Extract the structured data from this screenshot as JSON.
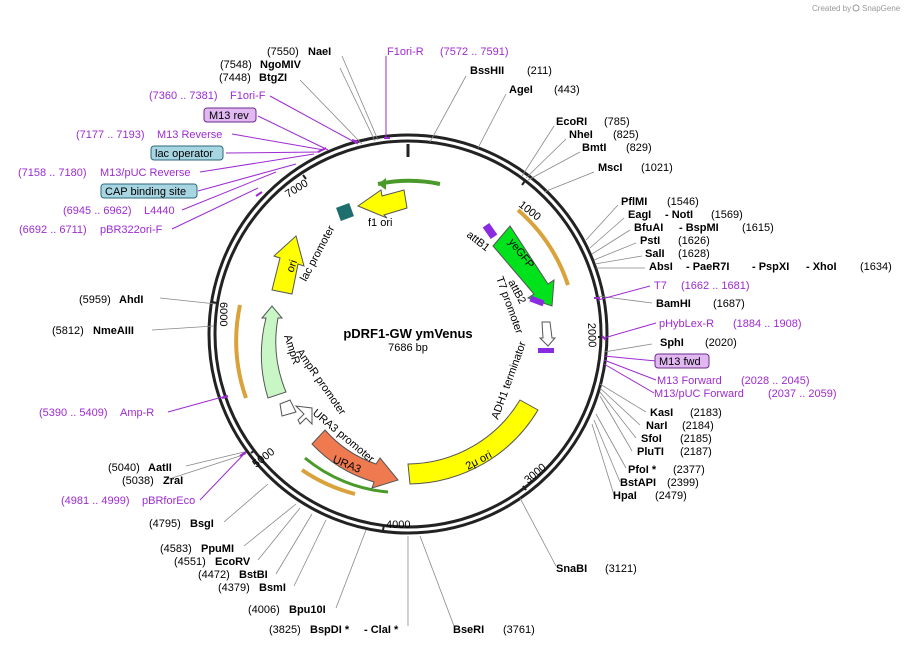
{
  "credit": {
    "prefix": "Created by",
    "brand": "SnapGene"
  },
  "plasmid": {
    "name": "pDRF1-GW ymVenus",
    "length": "7686 bp"
  },
  "ticks": [
    "1000",
    "2000",
    "3000",
    "4000",
    "5000",
    "6000",
    "7000"
  ],
  "enzymes_right": [
    {
      "name": "BssHII",
      "pos": "(211)"
    },
    {
      "name": "AgeI",
      "pos": "(443)"
    },
    {
      "name": "EcoRI",
      "pos": "(785)"
    },
    {
      "name": "NheI",
      "pos": "(825)"
    },
    {
      "name": "BmtI",
      "pos": "(829)"
    },
    {
      "name": "MscI",
      "pos": "(1021)"
    },
    {
      "name": "PflMI",
      "pos": "(1546)"
    },
    {
      "name": "EagI",
      "pos": "- NotI"
    },
    {
      "name": "BfuAI",
      "pos": "- BspMI"
    },
    {
      "name": "PstI",
      "pos": "(1626)"
    },
    {
      "name": "SalI",
      "pos": "(1628)"
    },
    {
      "name": "AbsI",
      "pos": "- PaeR7I"
    },
    {
      "name": "BamHI",
      "pos": "(1687)"
    },
    {
      "name": "SphI",
      "pos": "(2020)"
    },
    {
      "name": "KasI",
      "pos": "(2183)"
    },
    {
      "name": "NarI",
      "pos": "(2184)"
    },
    {
      "name": "SfoI",
      "pos": "(2185)"
    },
    {
      "name": "PluTI",
      "pos": "(2187)"
    },
    {
      "name": "PfoI *",
      "pos": "(2377)"
    },
    {
      "name": "BstAPI",
      "pos": "(2399)"
    },
    {
      "name": "HpaI",
      "pos": "(2479)"
    },
    {
      "name": "SnaBI",
      "pos": "(3121)"
    },
    {
      "name": "BseRI",
      "pos": "(3761)"
    }
  ],
  "extra_right": {
    "notI_pos": "(1569)",
    "bspMI_pos": "(1615)",
    "pspXI": "- PspXI",
    "xhoI": "- XhoI",
    "xhoI_pos": "(1634)"
  },
  "enzymes_left": [
    {
      "name": "NaeI",
      "pos": "(7550)"
    },
    {
      "name": "NgoMIV",
      "pos": "(7548)"
    },
    {
      "name": "BtgZI",
      "pos": "(7448)"
    },
    {
      "name": "AhdI",
      "pos": "(5959)"
    },
    {
      "name": "NmeAIII",
      "pos": "(5812)"
    },
    {
      "name": "AatII",
      "pos": "(5040)"
    },
    {
      "name": "ZraI",
      "pos": "(5038)"
    },
    {
      "name": "BsgI",
      "pos": "(4795)"
    },
    {
      "name": "PpuMI",
      "pos": "(4583)"
    },
    {
      "name": "EcoRV",
      "pos": "(4551)"
    },
    {
      "name": "BstBI",
      "pos": "(4472)"
    },
    {
      "name": "BsmI",
      "pos": "(4379)"
    },
    {
      "name": "Bpu10I",
      "pos": "(4006)"
    },
    {
      "name": "BspDI *",
      "pos": "(3825)"
    }
  ],
  "claI": "- ClaI *",
  "primers": {
    "f1ori_r": "F1ori-R",
    "f1ori_r_pos": "(7572 .. 7591)",
    "f1ori_f": "F1ori-F",
    "f1ori_f_pos": "(7360 .. 7381)",
    "m13rev": "M13 rev",
    "m13reverse": "M13 Reverse",
    "m13reverse_pos": "(7177 .. 7193)",
    "lacop": "lac operator",
    "m13puc_rev": "M13/pUC Reverse",
    "m13puc_rev_pos": "(7158 .. 7180)",
    "cap": "CAP binding site",
    "l4440": "L4440",
    "l4440_pos": "(6945 .. 6962)",
    "pbr322": "pBR322ori-F",
    "pbr322_pos": "(6692 .. 6711)",
    "t7": "T7",
    "t7_pos": "(1662 .. 1681)",
    "phyblex": "pHybLex-R",
    "phyblex_pos": "(1884 .. 1908)",
    "m13fwd": "M13 fwd",
    "m13forward": "M13 Forward",
    "m13forward_pos": "(2028 .. 2045)",
    "m13puc_fwd": "M13/pUC Forward",
    "m13puc_fwd_pos": "(2037 .. 2059)",
    "ampr": "Amp-R",
    "ampr_pos": "(5390 .. 5409)",
    "pbrfor": "pBRforEco",
    "pbrfor_pos": "(4981 .. 4999)"
  },
  "features": {
    "f1ori": "f1 ori",
    "lacpromoter": "lac promoter",
    "ori": "ori",
    "attb1": "attB1",
    "yegfp": "yeGFP",
    "attb2": "attB2",
    "t7promoter": "T7 promoter",
    "adh1": "ADH1 terminator",
    "twomu": "2μ ori",
    "ura3": "URA3",
    "ura3promoter": "URA3 promoter",
    "amprpromoter": "AmpR promoter",
    "ampr": "AmpR"
  },
  "colors": {
    "f1": "#ffff00",
    "ori": "#ffff00",
    "yegfp": "#00e21c",
    "ampr": "#c8f7c5",
    "ura3": "#f07a50",
    "primer": "#9e2bd1",
    "orf": "#d9a23a"
  }
}
